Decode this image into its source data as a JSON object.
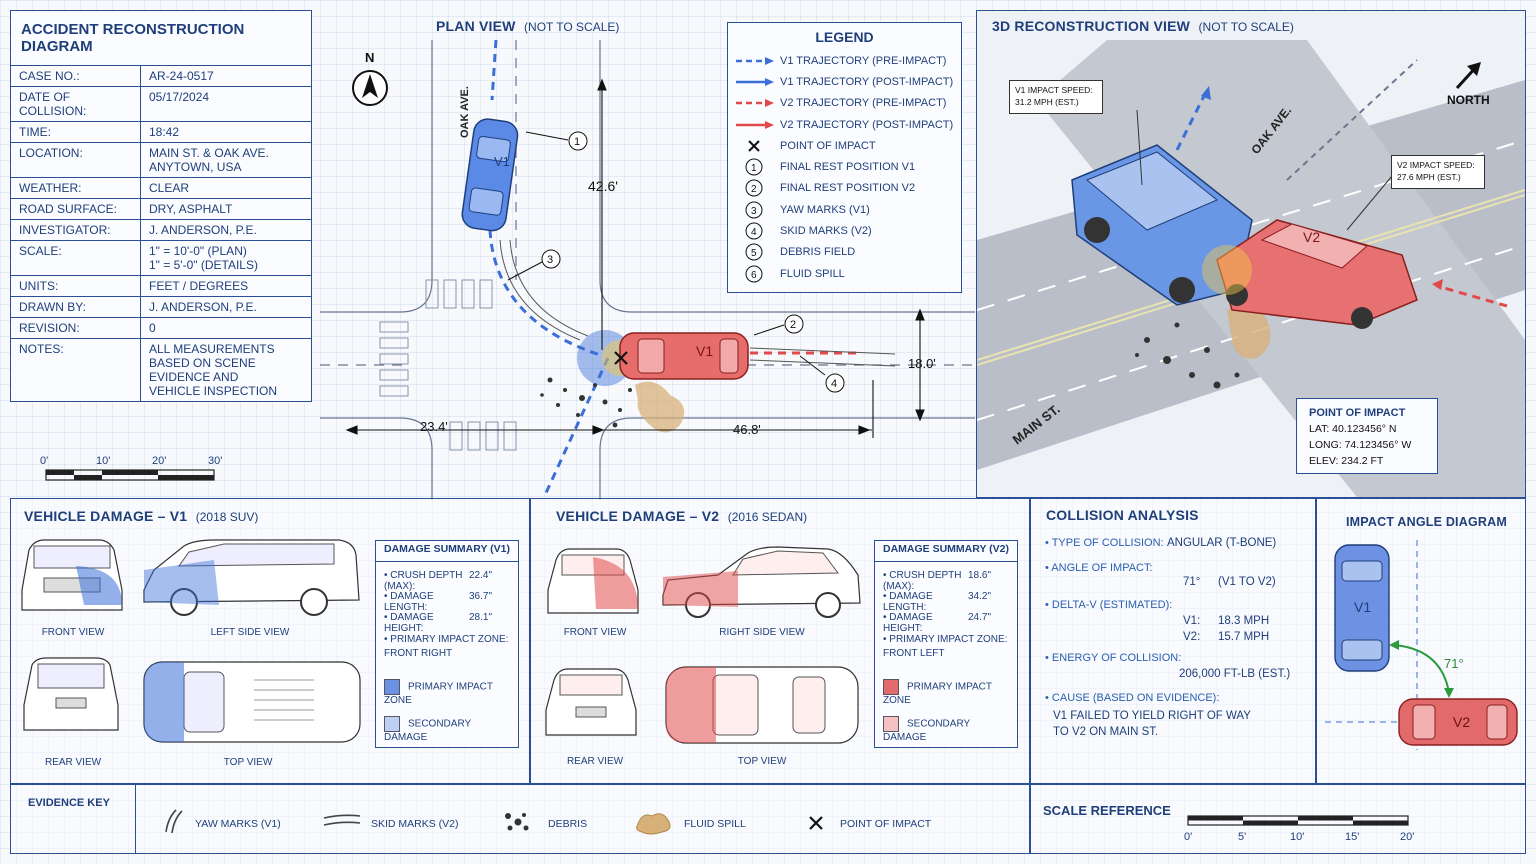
{
  "info": {
    "title": "ACCIDENT RECONSTRUCTION DIAGRAM",
    "rows": [
      {
        "k": "CASE NO.:",
        "v": "AR-24-0517"
      },
      {
        "k": "DATE OF COLLISION:",
        "v": "05/17/2024"
      },
      {
        "k": "TIME:",
        "v": "18:42"
      },
      {
        "k": "LOCATION:",
        "v": "MAIN ST. & OAK AVE.\nANYTOWN, USA"
      },
      {
        "k": "WEATHER:",
        "v": "CLEAR"
      },
      {
        "k": "ROAD SURFACE:",
        "v": "DRY, ASPHALT"
      },
      {
        "k": "INVESTIGATOR:",
        "v": "J. ANDERSON, P.E."
      },
      {
        "k": "SCALE:",
        "v": "1\" = 10'-0\" (PLAN)\n1\" = 5'-0\" (DETAILS)"
      },
      {
        "k": "UNITS:",
        "v": "FEET / DEGREES"
      },
      {
        "k": "DRAWN BY:",
        "v": "J. ANDERSON, P.E."
      },
      {
        "k": "REVISION:",
        "v": "0"
      },
      {
        "k": "NOTES:",
        "v": "ALL MEASUREMENTS\nBASED ON SCENE\nEVIDENCE AND\nVEHICLE INSPECTION"
      }
    ],
    "scale_ticks": [
      "0'",
      "10'",
      "20'",
      "30'"
    ]
  },
  "plan": {
    "title": "PLAN VIEW",
    "subtitle": "(NOT TO SCALE)",
    "north": "N",
    "street": "OAK AVE.",
    "v1": "V1",
    "dim_vertical": "42.6'",
    "dim_left": "23.4'",
    "dim_right": "46.8'",
    "dim_width": "18.0'",
    "markers": [
      "1",
      "2",
      "3",
      "4"
    ]
  },
  "legend": {
    "title": "LEGEND",
    "items": [
      {
        "sym": "dash-blue",
        "label": "V1 TRAJECTORY (PRE-IMPACT)"
      },
      {
        "sym": "solid-blue",
        "label": "V1 TRAJECTORY (POST-IMPACT)"
      },
      {
        "sym": "dash-red",
        "label": "V2 TRAJECTORY (PRE-IMPACT)"
      },
      {
        "sym": "solid-red",
        "label": "V2 TRAJECTORY (POST-IMPACT)"
      },
      {
        "sym": "x",
        "label": "POINT OF IMPACT"
      },
      {
        "sym": "1",
        "label": "FINAL REST POSITION V1"
      },
      {
        "sym": "2",
        "label": "FINAL REST POSITION V2"
      },
      {
        "sym": "3",
        "label": "YAW MARKS (V1)"
      },
      {
        "sym": "4",
        "label": "SKID MARKS (V2)"
      },
      {
        "sym": "5",
        "label": "DEBRIS FIELD"
      },
      {
        "sym": "6",
        "label": "FLUID SPILL"
      }
    ]
  },
  "recon": {
    "title": "3D RECONSTRUCTION VIEW",
    "subtitle": "(NOT TO SCALE)",
    "north": "NORTH",
    "v1_speed": "V1 IMPACT SPEED:\n31.2 MPH (EST.)",
    "v2_speed": "V2 IMPACT SPEED:\n27.6 MPH (EST.)",
    "oak": "OAK AVE.",
    "main": "MAIN ST.",
    "v2": "V2",
    "poi_title": "POINT OF IMPACT",
    "poi_lat": "LAT:   40.123456° N",
    "poi_long": "LONG: 74.123456° W",
    "poi_elev": "ELEV: 234.2 FT"
  },
  "v1_damage": {
    "title": "VEHICLE DAMAGE – V1",
    "subtitle": "(2018 SUV)",
    "views": [
      "FRONT VIEW",
      "LEFT SIDE VIEW",
      "REAR VIEW",
      "TOP VIEW"
    ],
    "summary_title": "DAMAGE SUMMARY (V1)",
    "lines": [
      {
        "k": "• CRUSH DEPTH (MAX):",
        "v": "22.4\""
      },
      {
        "k": "• DAMAGE LENGTH:",
        "v": "36.7\""
      },
      {
        "k": "• DAMAGE HEIGHT:",
        "v": "28.1\""
      }
    ],
    "zone": "• PRIMARY IMPACT ZONE:\n   FRONT RIGHT",
    "primary": "PRIMARY IMPACT ZONE",
    "secondary": "SECONDARY DAMAGE"
  },
  "v2_damage": {
    "title": "VEHICLE DAMAGE – V2",
    "subtitle": "(2016 SEDAN)",
    "views": [
      "FRONT VIEW",
      "RIGHT SIDE VIEW",
      "REAR VIEW",
      "TOP VIEW"
    ],
    "summary_title": "DAMAGE SUMMARY (V2)",
    "lines": [
      {
        "k": "• CRUSH DEPTH (MAX):",
        "v": "18.6\""
      },
      {
        "k": "• DAMAGE LENGTH:",
        "v": "34.2\""
      },
      {
        "k": "• DAMAGE HEIGHT:",
        "v": "24.7\""
      }
    ],
    "zone": "• PRIMARY IMPACT ZONE:\n   FRONT LEFT",
    "primary": "PRIMARY IMPACT ZONE",
    "secondary": "SECONDARY DAMAGE"
  },
  "analysis": {
    "title": "COLLISION ANALYSIS",
    "type_q": "• TYPE OF COLLISION:",
    "type_v": "ANGULAR (T-BONE)",
    "angle_q": "• ANGLE OF IMPACT:",
    "angle_v": "71°",
    "angle_note": "(V1 TO V2)",
    "dv_q": "• DELTA-V (ESTIMATED):",
    "dv1_k": "V1:",
    "dv1_v": "18.3 MPH",
    "dv2_k": "V2:",
    "dv2_v": "15.7 MPH",
    "energy_q": "• ENERGY OF COLLISION:",
    "energy_v": "206,000 FT-LB (EST.)",
    "cause_q": "• CAUSE (BASED ON EVIDENCE):",
    "cause_v1": "V1 FAILED TO YIELD RIGHT OF WAY",
    "cause_v2": "TO V2 ON MAIN ST."
  },
  "angle_diagram": {
    "title": "IMPACT ANGLE DIAGRAM",
    "v1": "V1",
    "v2": "V2",
    "angle": "71°"
  },
  "evidence": {
    "title": "EVIDENCE KEY",
    "items": [
      "YAW MARKS (V1)",
      "SKID MARKS (V2)",
      "DEBRIS",
      "FLUID SPILL",
      "POINT OF IMPACT"
    ]
  },
  "scale_ref": {
    "title": "SCALE REFERENCE",
    "ticks": [
      "0'",
      "5'",
      "10'",
      "15'",
      "20'"
    ]
  },
  "colors": {
    "ink": "#1f3f7a",
    "v1": "#3a6fd8",
    "v2": "#e04a4a",
    "fluid": "#d8b07a"
  }
}
